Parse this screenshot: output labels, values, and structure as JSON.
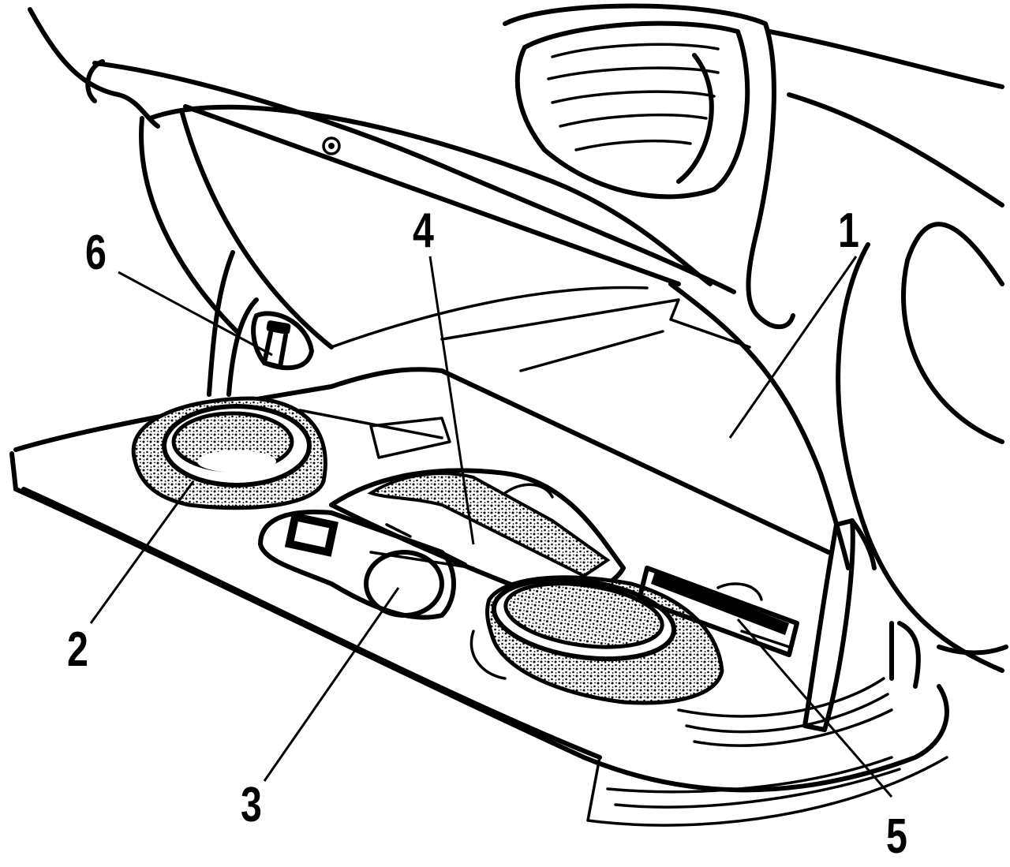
{
  "callouts": [
    {
      "id": "1",
      "label": "1"
    },
    {
      "id": "2",
      "label": "2"
    },
    {
      "id": "3",
      "label": "3"
    },
    {
      "id": "4",
      "label": "4"
    },
    {
      "id": "5",
      "label": "5"
    },
    {
      "id": "6",
      "label": "6"
    }
  ],
  "colors": {
    "ink": "#000000",
    "paper": "#ffffff"
  }
}
